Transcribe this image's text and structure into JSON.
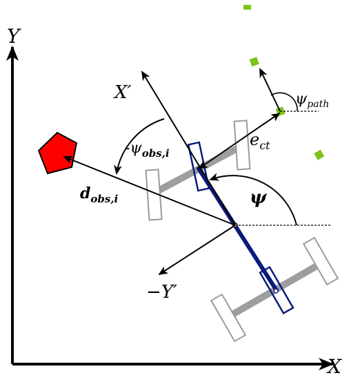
{
  "labels": {
    "axis_x": "X",
    "axis_y": "Y",
    "x_prime": "X′",
    "neg_y_prime": "−Y′",
    "psi": "ψ",
    "psi_path_base": "ψ",
    "psi_path_sub": "path",
    "psi_obs_prefix": "-ψ",
    "psi_obs_sub": "obs,i",
    "e_ct_base": "e",
    "e_ct_sub": "ct",
    "d_obs_base": "d",
    "d_obs_sub": "obs,i"
  },
  "colors": {
    "axis": "#000000",
    "vehicle_body": "#0a1a7a",
    "axle": "#9e9e9e",
    "wheel_stroke": "#9a9a9a",
    "obstacle_fill": "#ff0000",
    "path_marker": "#7fc31c"
  }
}
